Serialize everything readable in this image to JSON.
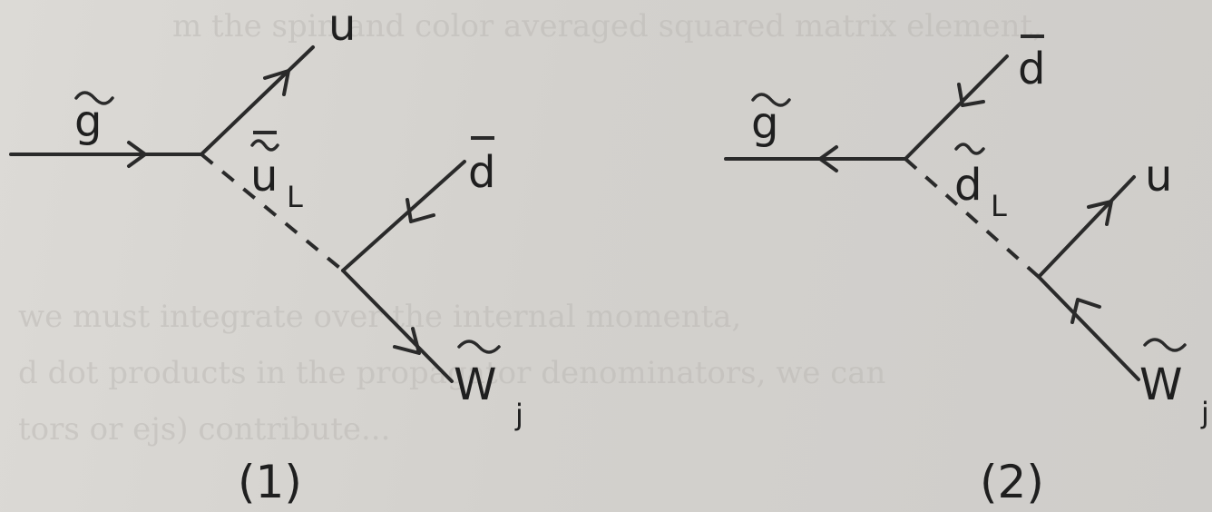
{
  "diagrams": [
    {
      "caption": "(1)",
      "labels": {
        "gluino": "g",
        "quark_out": "u",
        "propagator": "u",
        "propagator_sub": "L",
        "antiquark": "d",
        "wino": "W",
        "wino_sub": "j"
      }
    },
    {
      "caption": "(2)",
      "labels": {
        "gluino": "g",
        "antiquark": "d",
        "propagator": "d",
        "propagator_sub": "L",
        "quark_out": "u",
        "wino": "W",
        "wino_sub": "j"
      }
    }
  ],
  "background_text": [
    "m the spin and color averaged squared matrix element,",
    "we must integrate over the internal momenta,",
    "d dot products in the propagator denominators, we can",
    "tors or ejs) contribute..."
  ],
  "colors": {
    "paper": "#d4d2cf",
    "ink": "#2a2a2a"
  }
}
